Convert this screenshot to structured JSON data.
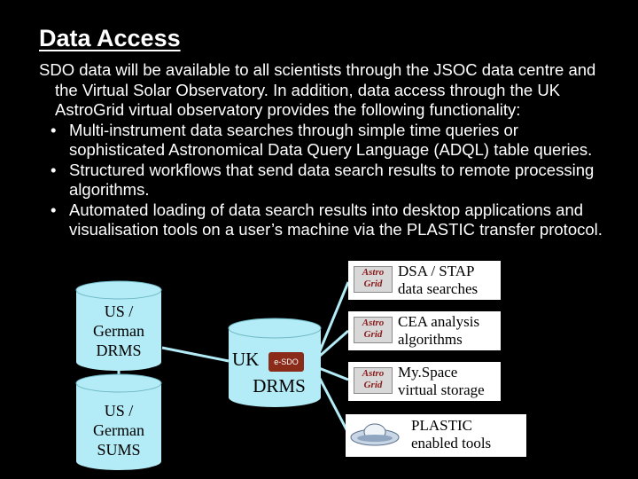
{
  "slide": {
    "title": "Data Access",
    "intro": "SDO data will be available to all scientists through the JSOC data centre and the Virtual Solar Observatory. In addition, data access through the UK AstroGrid virtual observatory provides the following functionality:",
    "bullets": [
      "Multi-instrument data searches through simple time queries or sophisticated Astronomical Data Query Language (ADQL) table queries.",
      "Structured workflows that send data search results to remote processing algorithms.",
      "Automated loading of data search results into desktop applications and visualisation tools on a user’s machine via the PLASTIC transfer protocol."
    ]
  },
  "diagram": {
    "us_drms": [
      "US /",
      "German",
      "DRMS"
    ],
    "us_sums": [
      "US /",
      "German",
      "SUMS"
    ],
    "uk_drms_top": "UK",
    "uk_drms_bottom": "DRMS",
    "esdo_logo": "e-SDO",
    "astrogrid_logo": [
      "Astro",
      "Grid"
    ],
    "services": [
      {
        "line1": "DSA / STAP",
        "line2": "data searches"
      },
      {
        "line1": "CEA analysis",
        "line2": "algorithms"
      },
      {
        "line1": "My.Space",
        "line2": "virtual storage"
      },
      {
        "line1": "PLASTIC",
        "line2": "enabled tools"
      }
    ],
    "colors": {
      "background": "#000000",
      "cylinder": "#b3ecf6",
      "box": "#ffffff",
      "esdo": "#8b2b1a"
    }
  }
}
